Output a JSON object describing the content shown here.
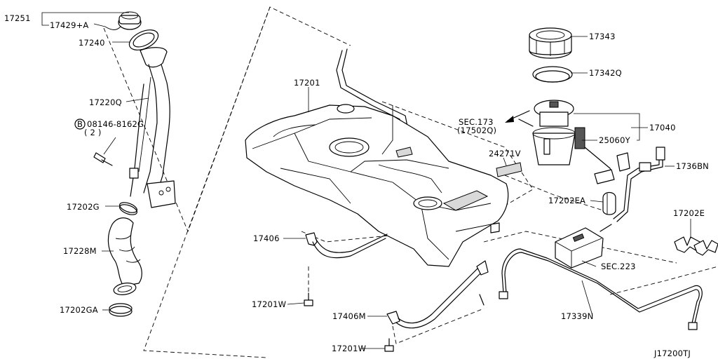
{
  "labels": {
    "p17251": "17251",
    "p17429a": "17429+A",
    "p17240": "17240",
    "p17220q": "17220Q",
    "b_circle": "B",
    "p08146": "08146-8162G",
    "p08146_qty": "( 2 )",
    "p17202g": "17202G",
    "p17228m": "17228M",
    "p17202ga": "17202GA",
    "p17201": "17201",
    "p17406": "17406",
    "p17201w_a": "17201W",
    "p17406m": "17406M",
    "p17201w_b": "17201W",
    "p17343": "17343",
    "p17342q": "17342Q",
    "sec173": "SEC.173",
    "sec173_ref": "(17502Q)",
    "p17040": "17040",
    "p25060y": "25060Y",
    "p24271v": "24271V",
    "p1736bn": "1736BN",
    "p17202ea": "17202EA",
    "p17202e": "17202E",
    "sec223": "SEC.223",
    "p17339n": "17339N",
    "diagram_code": "J17200TJ"
  }
}
